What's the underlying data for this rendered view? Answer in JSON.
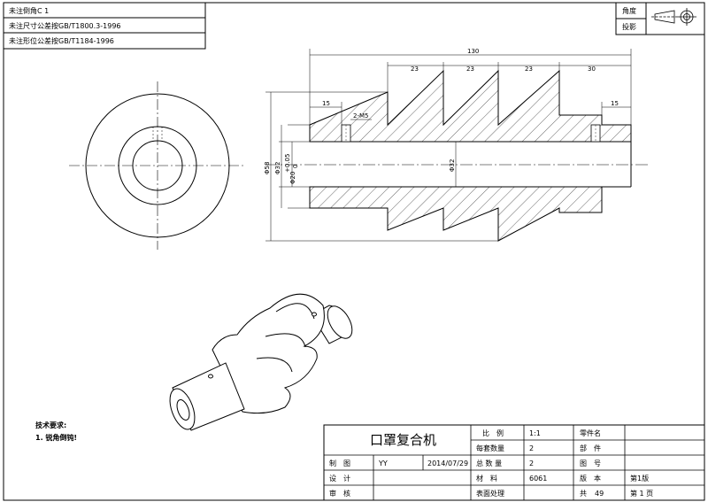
{
  "notes_box": {
    "line1": "未注倒角C 1",
    "line2": "未注尺寸公差按GB/T1800.3-1996",
    "line3": "未注形位公差按GB/T1184-1996"
  },
  "projection_box": {
    "angle_label": "角度",
    "projection_label": "投影"
  },
  "dimensions": {
    "overall_length": "130",
    "seg1": "23",
    "seg2": "23",
    "seg3": "23",
    "seg4": "30",
    "left_end": "15",
    "right_end": "15",
    "thread": "2-M5",
    "dia_outer": "Φ58",
    "dia_mid": "Φ32",
    "dia_bore_tol": "+0.05",
    "dia_bore_tol2": "0",
    "dia_bore": "Φ20",
    "dia_right": "Φ32"
  },
  "tech_requirements": {
    "heading": "技术要求:",
    "item1": "1. 锐角倒钝!"
  },
  "title_block": {
    "drawing_name": "口罩复合机",
    "scale_label": "比　例",
    "scale_value": "1:1",
    "part_name_label": "零件名",
    "part_name_value": "",
    "per_set_label": "每套数量",
    "per_set_value": "2",
    "component_label": "部　件",
    "component_value": "",
    "drawn_label": "制　图",
    "drawn_value": "YY",
    "date_value": "2014/07/29",
    "total_label": "总 数 量",
    "total_value": "2",
    "drawing_no_label": "图　号",
    "drawing_no_value": "",
    "design_label": "设　计",
    "material_label": "材　料",
    "material_value": "6061",
    "version_label": "版　本",
    "version_value": "第1版",
    "review_label": "审　核",
    "surface_label": "表面处理",
    "total_pages_label": "共",
    "total_pages_value": "49",
    "page_label": "第 1 页"
  }
}
